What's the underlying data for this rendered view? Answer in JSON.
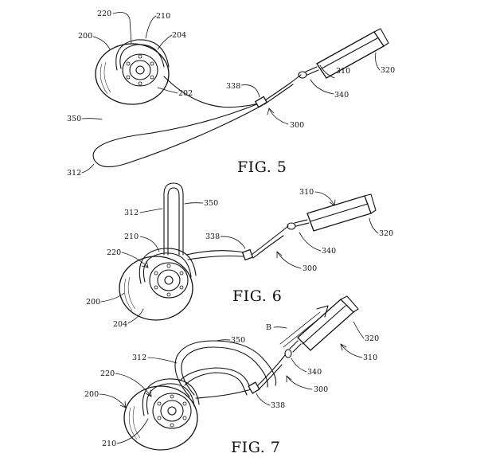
{
  "figures": [
    {
      "title": "FIG. 5",
      "refs": {
        "device": "200",
        "base": "202",
        "face": "204",
        "loop_a": "210",
        "loop_b": "220",
        "lanyard": "300",
        "cord_end": "312",
        "cord_loop": "350",
        "stopper": "338",
        "wrist_strap": "310",
        "strap_end": "320",
        "clip": "340"
      }
    },
    {
      "title": "FIG. 6",
      "refs": {
        "device": "200",
        "face": "204",
        "loop_a": "210",
        "loop_b": "220",
        "lanyard": "300",
        "cord_end": "312",
        "cord_loop": "350",
        "stopper": "338",
        "wrist_strap": "310",
        "strap_end": "320",
        "clip": "340"
      }
    },
    {
      "title": "FIG. 7",
      "refs": {
        "device": "200",
        "loop_a": "210",
        "loop_b": "220",
        "lanyard": "300",
        "cord_end": "312",
        "cord_loop": "350",
        "stopper": "338",
        "wrist_strap": "310",
        "strap_end": "320",
        "clip": "340",
        "direction": "B"
      }
    }
  ]
}
